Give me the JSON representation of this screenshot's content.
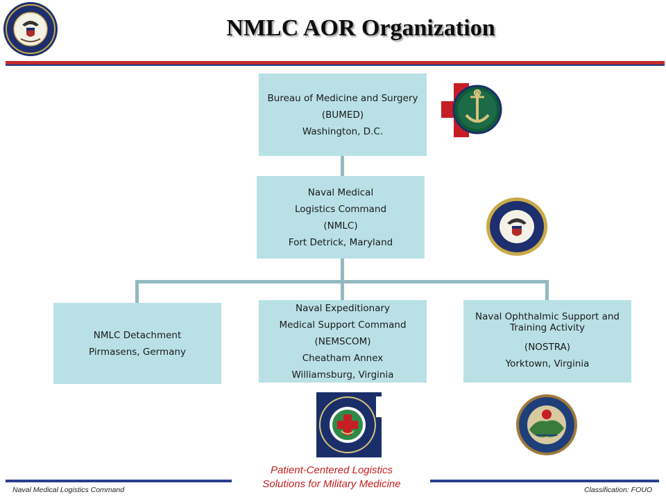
{
  "title": "NMLC AOR Organization",
  "boxes": {
    "bumed": {
      "line1": "Bureau  of Medicine and Surgery",
      "line2": "(BUMED)",
      "line3": "Washington, D.C."
    },
    "nmlc": {
      "line1": "Naval Medical",
      "line2": "Logistics Command",
      "line3": "(NMLC)",
      "line4": "Fort Detrick, Maryland"
    },
    "detachment": {
      "line1": "NMLC Detachment",
      "line2": "Pirmasens, Germany"
    },
    "nemscom": {
      "line1": "Naval Expeditionary",
      "line2": "Medical Support Command",
      "line3": "(NEMSCOM)",
      "line4": "Cheatham Annex",
      "line5": "Williamsburg, Virginia"
    },
    "nostra": {
      "line1": "Naval Ophthalmic Support and Training Activity",
      "line2": "(NOSTRA)",
      "line3": "Yorktown, Virginia"
    }
  },
  "tagline": {
    "line1": "Patient-Centered Logistics",
    "line2": "Solutions for Military Medicine"
  },
  "footer": {
    "left": "Naval Medical Logistics Command",
    "right": "Classification:  FOUO"
  },
  "colors": {
    "box": "#b9e1e5",
    "connector": "#93b9c0",
    "tagline": "#c41f1f",
    "rule_blue": "#2b3e8f",
    "rule_red": "#c42a2a"
  },
  "icons": [
    "navy-department-seal-icon",
    "bumed-caduceus-anchor-icon",
    "nmlc-seal-icon",
    "nemscom-emblem-icon",
    "nostra-seal-icon"
  ]
}
